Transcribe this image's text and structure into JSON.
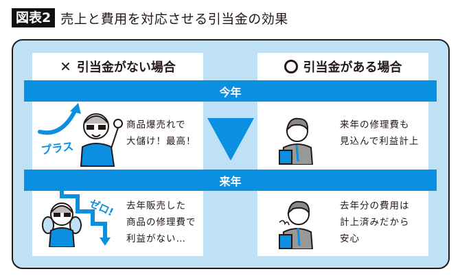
{
  "header": {
    "figure_label": "図表2",
    "title": "売上と費用を対応させる引当金の効果"
  },
  "columns": [
    {
      "mark": "✕",
      "label": "引当金がない場合"
    },
    {
      "mark": "〇",
      "label": "引当金がある場合"
    }
  ],
  "rows": [
    {
      "label": "今年"
    },
    {
      "label": "来年"
    }
  ],
  "cells": {
    "without_this_year": {
      "lines": [
        "商品爆売れで",
        "大儲け！最高！"
      ],
      "badge": "プラス"
    },
    "with_this_year": {
      "lines": [
        "来年の修理費も",
        "見込んで利益計上"
      ]
    },
    "without_next_year": {
      "lines": [
        "去年販売した",
        "商品の修理費で",
        "利益がない…"
      ],
      "badge": "ゼロ!"
    },
    "with_next_year": {
      "lines": [
        "去年分の費用は",
        "計上済みだから",
        "安心"
      ]
    }
  },
  "colors": {
    "accent_blue": "#0b8fe0",
    "light_blue": "#bfe1f6",
    "text": "#231815"
  }
}
